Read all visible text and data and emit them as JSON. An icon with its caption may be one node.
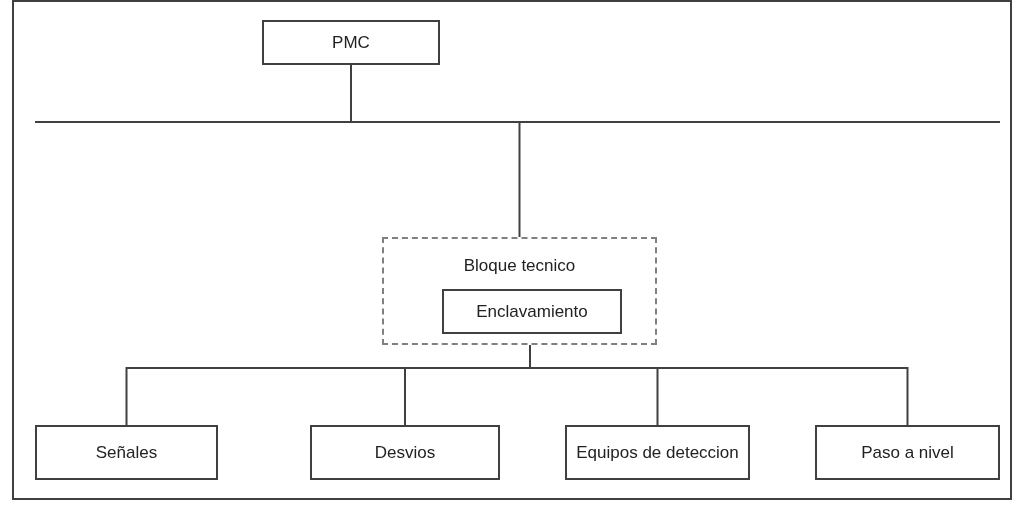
{
  "diagram": {
    "nodes": [
      {
        "text": [
          "PMC"
        ]
      },
      {
        "text": [],
        "shape": "bar"
      },
      {
        "text": [
          "Bloque tecnico"
        ]
      },
      {
        "text": [
          "Enclavamiento"
        ],
        "in": 2
      },
      {
        "text": [
          "Señales"
        ]
      },
      {
        "text": [
          "Desvios"
        ]
      },
      {
        "text": [
          "Equipos de deteccion"
        ]
      },
      {
        "text": [
          "Paso a nivel"
        ]
      }
    ],
    "edges": [
      {
        "from": 0,
        "to": 1,
        "arrow": "none"
      },
      {
        "from": 1,
        "to": 2,
        "arrow": "none"
      },
      {
        "from": 3,
        "to": 4,
        "arrow": "none"
      },
      {
        "from": 3,
        "to": 5,
        "arrow": "none"
      },
      {
        "from": 3,
        "to": 6,
        "arrow": "none"
      },
      {
        "from": 3,
        "to": 7,
        "arrow": "none"
      }
    ]
  }
}
